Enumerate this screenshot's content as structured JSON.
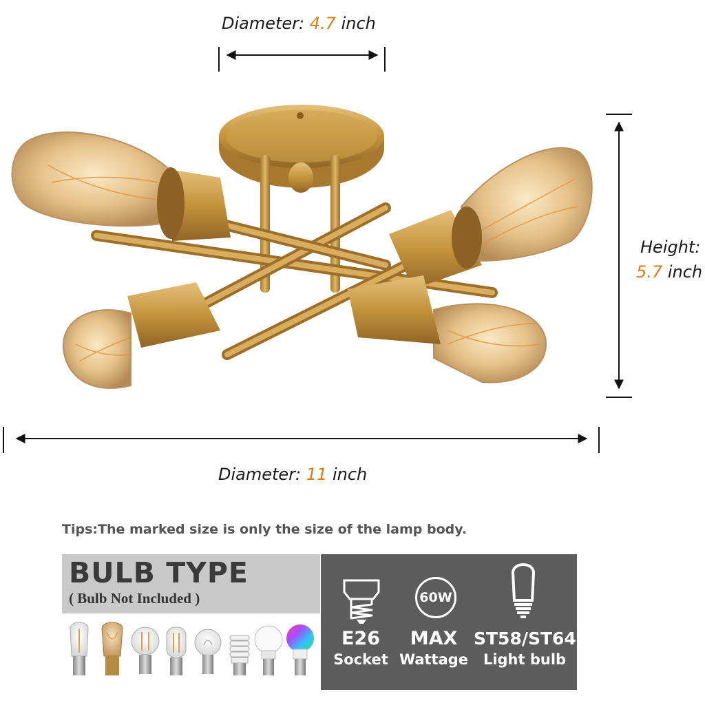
{
  "dimensions": {
    "top_diameter": {
      "label": "Diameter:",
      "value": "4.7",
      "unit": "inch"
    },
    "height": {
      "label": "Height:",
      "value": "5.7",
      "unit": "inch"
    },
    "bottom_diameter": {
      "label": "Diameter:",
      "value": "11",
      "unit": "inch"
    }
  },
  "tips": "Tips:The marked size is only the size of the lamp body.",
  "bulb_type": {
    "title": "BULB TYPE",
    "subtitle": "( Bulb Not Included )",
    "bulbs": [
      "st64-edison-led-icon",
      "st64-edison-filament-icon",
      "a19-filament-icon",
      "t45-filament-icon",
      "g25-clear-icon",
      "spiral-cfl-icon",
      "a19-led-icon",
      "rgb-smart-bulb-icon"
    ]
  },
  "specs": [
    {
      "icon": "e26-socket-icon",
      "main": "E26",
      "sub": "Socket"
    },
    {
      "icon": "wattage-icon",
      "icon_text": "60W",
      "main": "MAX",
      "sub": "Wattage"
    },
    {
      "icon": "st58-bulb-icon",
      "main": "ST58/ST64",
      "sub": "Light bulb"
    }
  ],
  "colors": {
    "accent": "#e07b14",
    "brass": "#c99a3c",
    "panel_dark": "#5c5c5c",
    "panel_light": "#c9c9c9"
  }
}
